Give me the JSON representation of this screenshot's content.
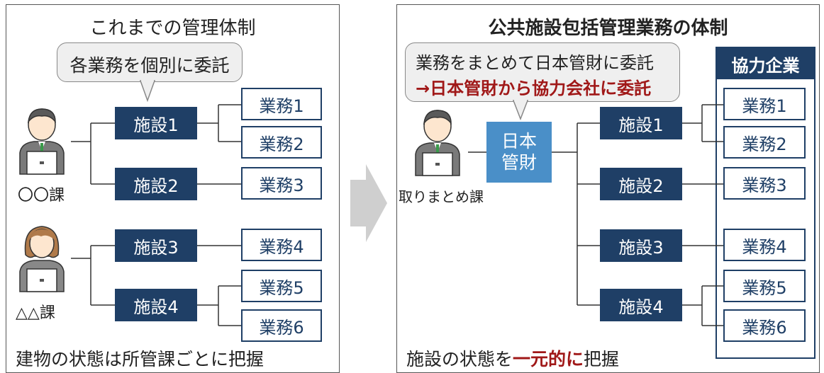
{
  "left_panel": {
    "title": "これまでの管理体制",
    "bubble": "各業務を個別に委託",
    "dept1": "〇〇課",
    "dept2": "△△課",
    "facilities": [
      "施設1",
      "施設2",
      "施設3",
      "施設4"
    ],
    "tasks": [
      "業務1",
      "業務2",
      "業務3",
      "業務4",
      "業務5",
      "業務6"
    ],
    "footer": "建物の状態は所管課ごとに把握"
  },
  "arrow_icon": "right-arrow",
  "right_panel": {
    "title": "公共施設包括管理業務の体制",
    "bubble_line1": "業務をまとめて日本管財に委託",
    "bubble_line2": "→日本管財から協力会社に委託",
    "dept": "取りまとめ課",
    "company_line1": "日本",
    "company_line2": "管財",
    "partner_header": "協力企業",
    "facilities": [
      "施設1",
      "施設2",
      "施設3",
      "施設4"
    ],
    "tasks": [
      "業務1",
      "業務2",
      "業務3",
      "業務4",
      "業務5",
      "業務6"
    ],
    "footer_pre": "施設の状態を",
    "footer_emph": "一元的に",
    "footer_post": "把握"
  },
  "colors": {
    "navy": "#1f3f66",
    "company_blue": "#4a8fc8",
    "accent_red": "#a01818",
    "arrow_gray": "#cfcfcf"
  }
}
